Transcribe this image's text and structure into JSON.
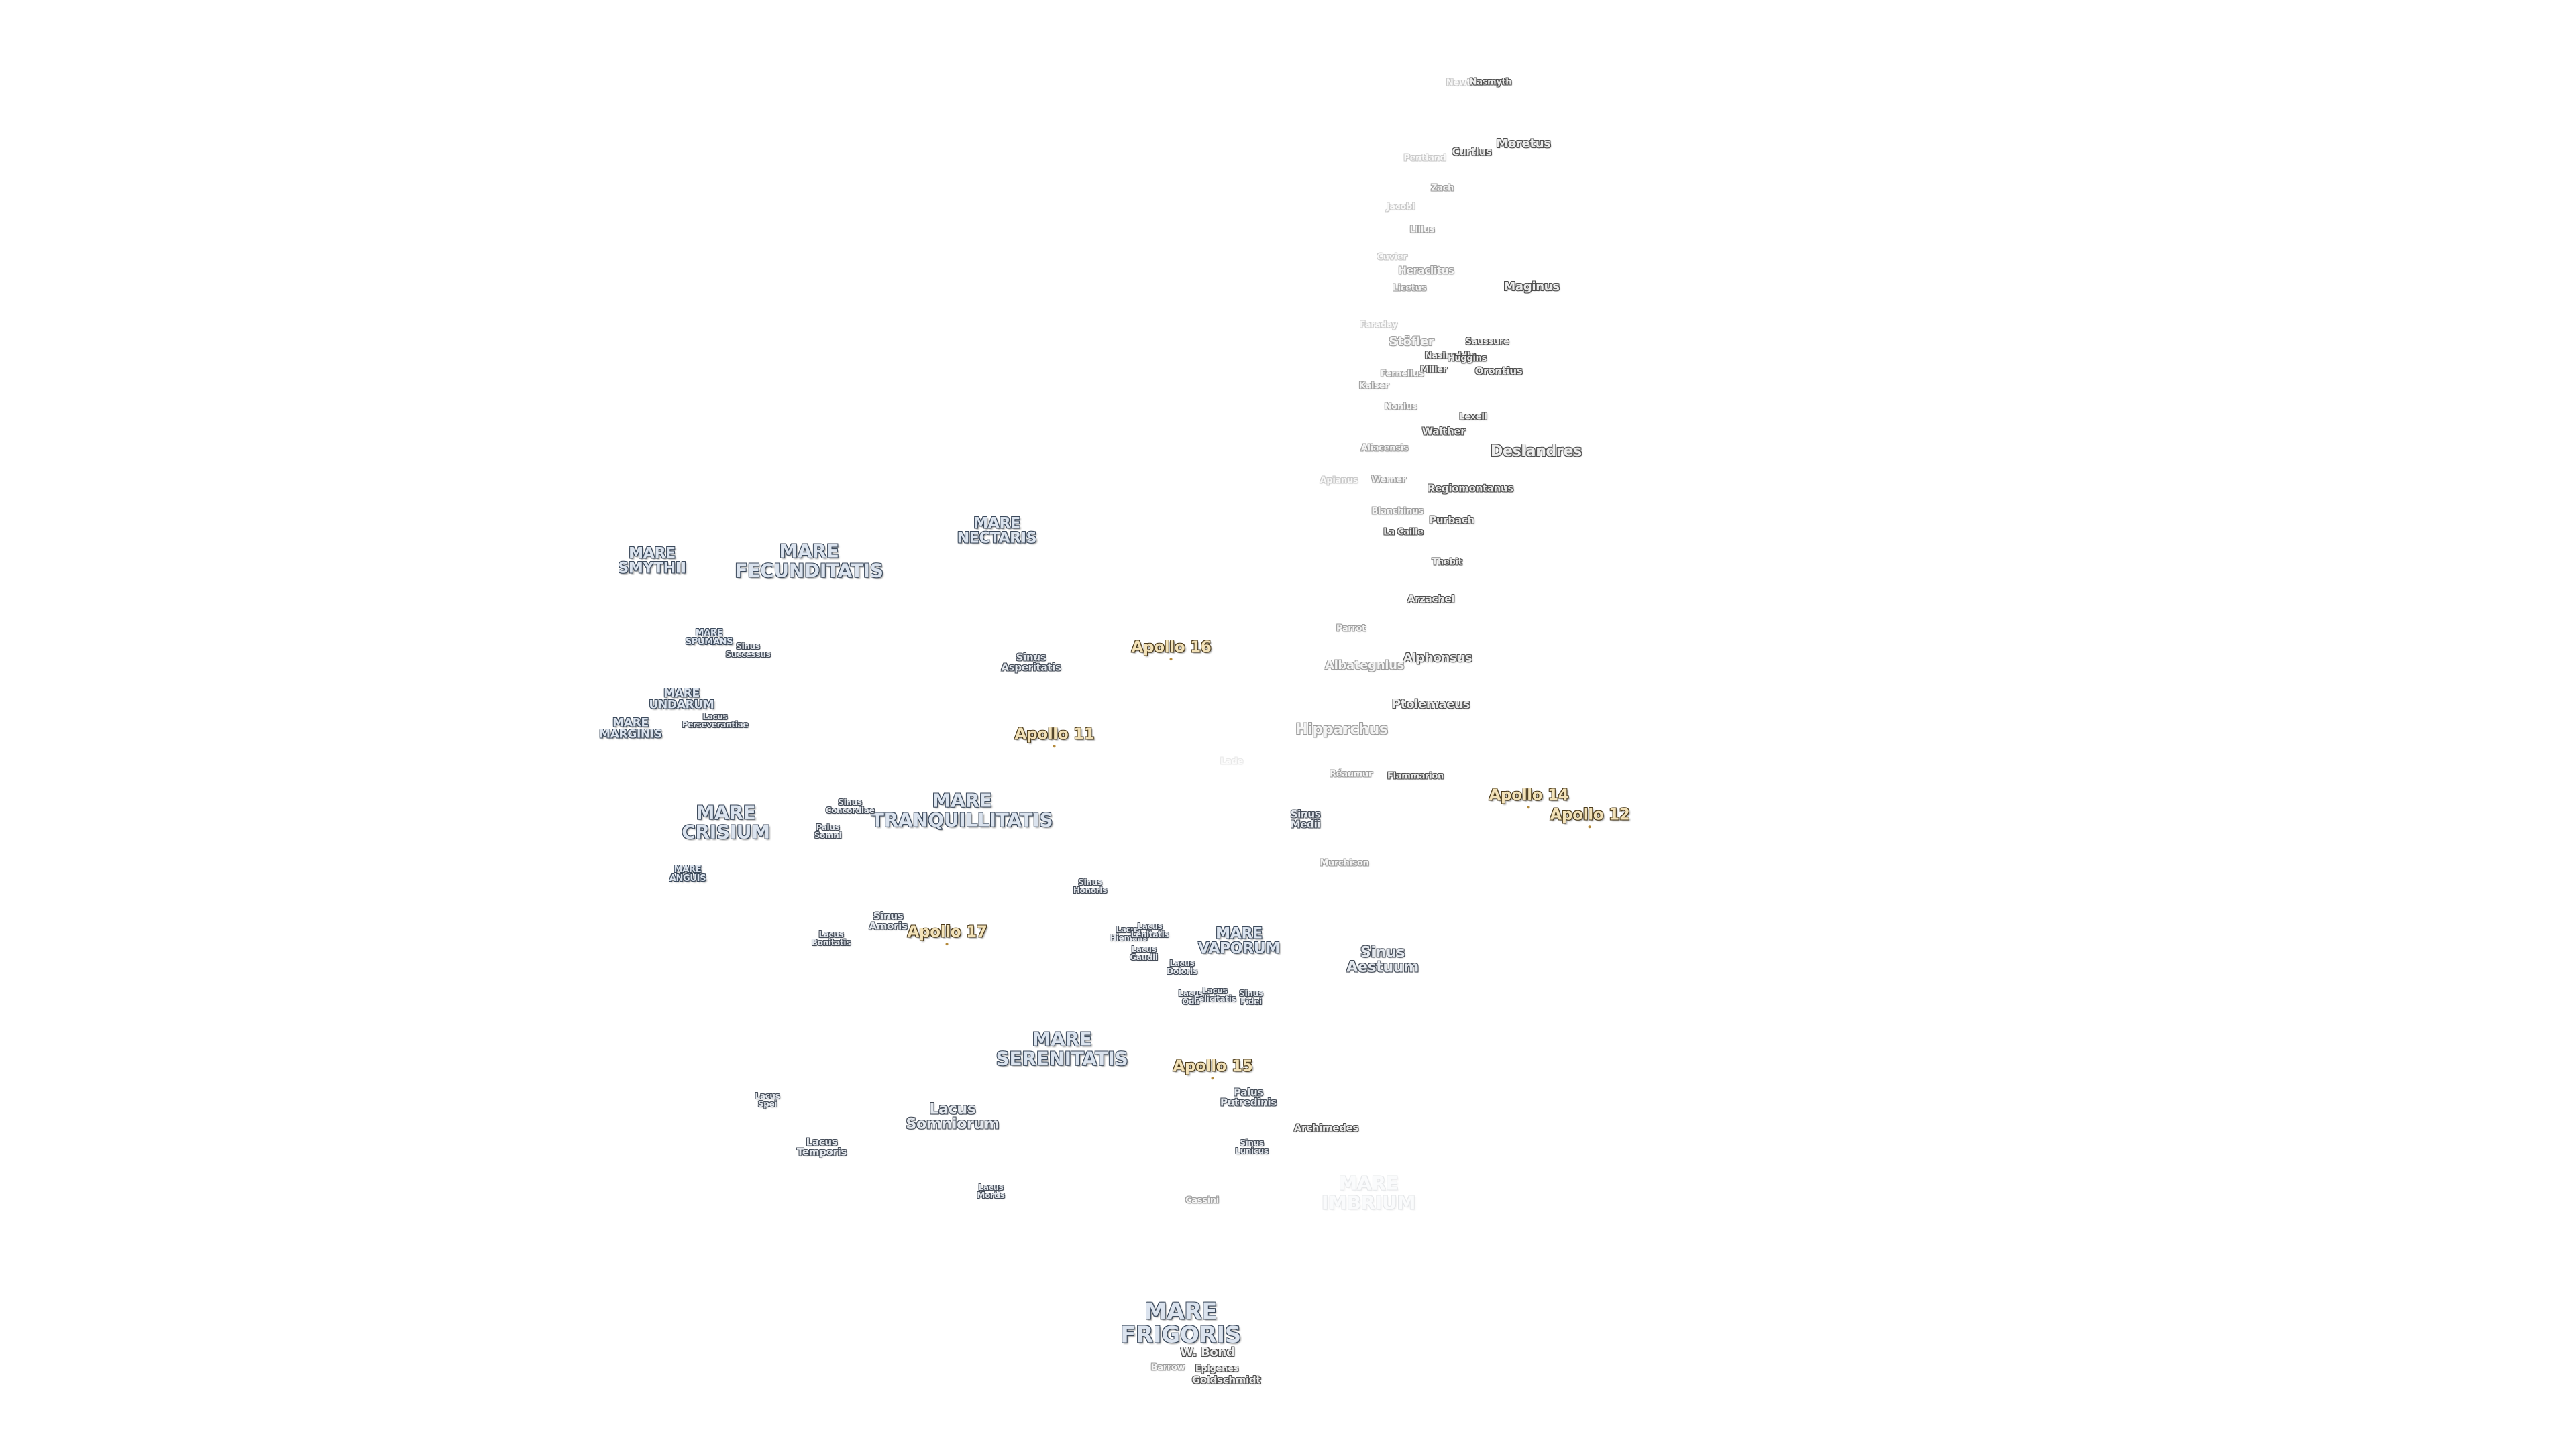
{
  "maria": {
    "smythii": "MARE\nSMYTHII",
    "fecunditatis": "MARE\nFECUNDITATIS",
    "nectaris": "MARE\nNECTARIS",
    "spumans": "MARE\nSPUMANS",
    "undarum": "MARE\nUNDARUM",
    "marginis": "MARE\nMARGINIS",
    "crisium": "MARE\nCRISIUM",
    "tranquillitatis": "MARE\nTRANQUILLITATIS",
    "anguis": "MARE\nANGUIS",
    "vaporum": "MARE\nVAPORUM",
    "serenitatis": "MARE\nSERENITATIS",
    "frigoris": "MARE\nFRIGORIS"
  },
  "features": {
    "sinus_successus": "Sinus\nSuccessus",
    "sinus_asperitatis": "Sinus\nAsperitatis",
    "lacus_perseverantiae": "Lacus\nPerseverantiae",
    "sinus_concordiae": "Sinus\nConcordiae",
    "palus_somni": "Palus\nSomni",
    "sinus_honoris": "Sinus\nHonoris",
    "lacus_bonitatis": "Lacus\nBonitatis",
    "sinus_amoris": "Sinus\nAmoris",
    "lacus_hiemalis": "Lacus\nHiemalis",
    "lacus_lenitatis": "Lacus\nLenitatis",
    "lacus_gaudii": "Lacus\nGaudii",
    "lacus_doloris": "Lacus\nDoloris",
    "lacus_odii": "Lacus\nOdii",
    "lacus_felicitatis": "Lacus\nFelicitatis",
    "sinus_fidei": "Sinus\nFidei",
    "lacus_spei": "Lacus\nSpei",
    "lacus_somniorum": "Lacus\nSomniorum",
    "lacus_temporis": "Lacus\nTemporis",
    "lacus_mortis": "Lacus\nMortis",
    "palus_putredinis": "Palus\nPutredinis",
    "sinus_aestuum": "Sinus\nAestuum",
    "sinus_medii": "Sinus\nMedii",
    "sinus_lunicus": "Sinus\nLunicus",
    "mare_imbrium_faded": "MARE\nIMBRIUM"
  },
  "craters": {
    "newton": "Newton",
    "nasmyth": "Nasmyth",
    "moretus": "Moretus",
    "curtius": "Curtius",
    "pentland": "Pentland",
    "zach": "Zach",
    "jacobi": "Jacobi",
    "lilius": "Lilius",
    "cuvier": "Cuvier",
    "heraclitus": "Heraclitus",
    "maginus": "Maginus",
    "licetus": "Licetus",
    "faraday": "Faraday",
    "stofler": "Stöfler",
    "saussure": "Saussure",
    "nasireddin": "Nasireddin",
    "miller": "Miller",
    "orontius": "Orontius",
    "fernelius": "Fernelius",
    "huggins": "Huggins",
    "kaiser": "Kaiser",
    "nonius": "Nonius",
    "lexell": "Lexell",
    "walther": "Walther",
    "deslandres": "Deslandres",
    "aliacensis": "Aliacensis",
    "apianus": "Apianus",
    "werner": "Werner",
    "regiomontanus": "Regiomontanus",
    "blanchinus": "Blanchinus",
    "purbach": "Purbach",
    "la_caille": "La Caille",
    "thebit": "Thebit",
    "arzachel": "Arzachel",
    "parrot": "Parrot",
    "albategnius": "Albategnius",
    "alphonsus": "Alphonsus",
    "ptolemaeus": "Ptolemaeus",
    "hipparchus": "Hipparchus",
    "lade": "Lade",
    "reaumur": "Réaumur",
    "flammarion": "Flammarion",
    "murchison": "Murchison",
    "archimedes": "Archimedes",
    "cassini": "Cassini",
    "w_bond": "W. Bond",
    "barrow": "Barrow",
    "epigenes": "Epigenes",
    "goldschmidt": "Goldschmidt"
  },
  "apollo_sites": {
    "apollo16": "Apollo 16",
    "apollo11": "Apollo 11",
    "apollo14": "Apollo 14",
    "apollo12": "Apollo 12",
    "apollo17": "Apollo 17",
    "apollo15": "Apollo 15"
  }
}
